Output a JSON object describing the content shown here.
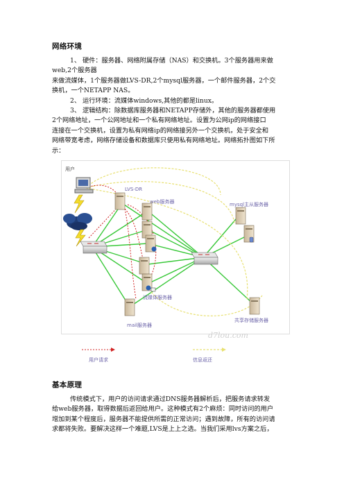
{
  "section1": {
    "heading": "网络环境",
    "lines": [
      "1、 硬件：服务器、网络附属存储（NAS）和交换机。3个服务器用来做",
      "web,2个服务器",
      "来做流媒体，1个服务器做LVS-DR,2个mysql服务器，一个邮件服务器，2个交",
      "换机，一个NETAPP NAS。",
      "2、 运行环境：流媒体windows,其他的都是linux。",
      "3、 逻辑结构：除数据库服务器和NETAPP存储外，其他的服务器都使用",
      "2个网络地址，一个公网地址和一个私有网络地址。设置为公网ip的网络接口",
      "连接在一个交换机，设置为私有网络ip的网络接另外一个交换机，处于安全和",
      "网络带宽考虑，网络存储设备和数据库只使用私有网络地址。网络拓扑图如下所",
      "示："
    ]
  },
  "figure": {
    "labels": {
      "user": "用户",
      "lvs": "LVS-DR",
      "web": "web服务器",
      "mysql": "mysql主从服务器",
      "stream": "流媒体服务器",
      "nas": "共享存储服务器",
      "mail": "mail服务器"
    },
    "watermark": "d7lou.com",
    "legend": {
      "request": "用户请求",
      "return": "信息返还"
    },
    "colors": {
      "request": "#d02020",
      "return": "#e8e070",
      "link": "#38c838",
      "label": "#6b63a8"
    }
  },
  "section2": {
    "heading": "基本原理",
    "lines": [
      "传统模式下，用户的访问请求通过DNS服务器解析后，把服务请求转发",
      "给web服务器，取得数据后返回给用户。这种模式有2个麻烦：同时访问的用户",
      "增加到某个程度后，服务器不能提供所需的正常访问；遇到故障，所有的访问请",
      "求都将失败。要解决这样一个难题,LVS是上上之选。当我们采用lvs方案之后，"
    ]
  }
}
